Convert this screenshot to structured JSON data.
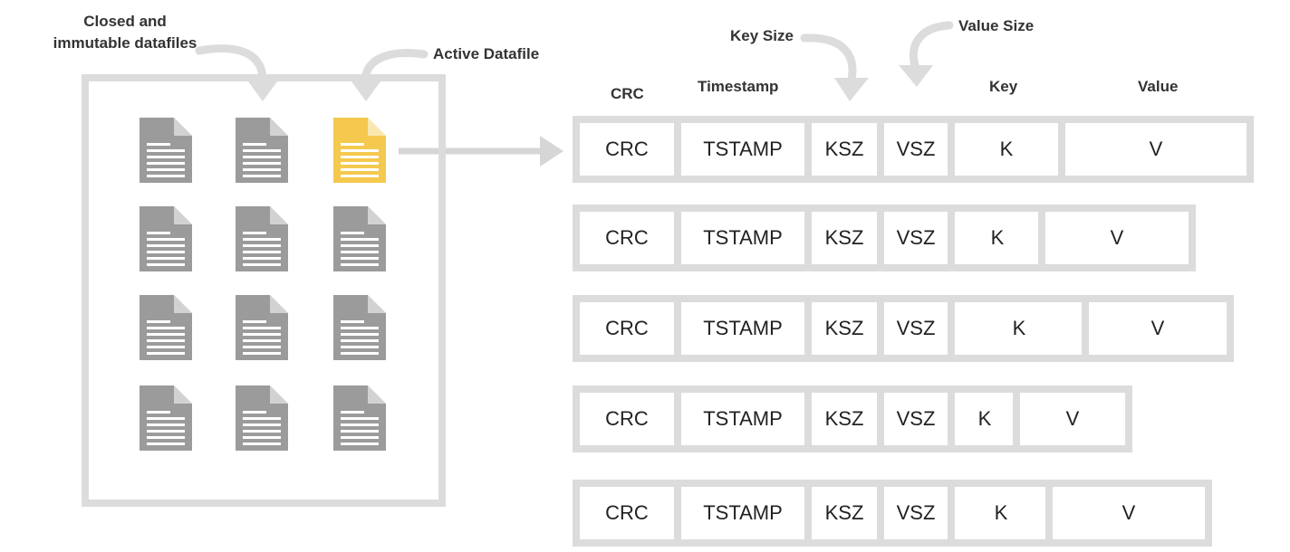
{
  "labels": {
    "closed_datafiles": "Closed and\nimmutable datafiles",
    "active_datafile": "Active Datafile",
    "key_size": "Key Size",
    "value_size": "Value Size"
  },
  "headers": {
    "crc": "CRC",
    "timestamp": "Timestamp",
    "key": "Key",
    "value": "Value"
  },
  "records": [
    {
      "crc": "CRC",
      "tstamp": "TSTAMP",
      "ksz": "KSZ",
      "vsz": "VSZ",
      "k": "K",
      "v": "V"
    },
    {
      "crc": "CRC",
      "tstamp": "TSTAMP",
      "ksz": "KSZ",
      "vsz": "VSZ",
      "k": "K",
      "v": "V"
    },
    {
      "crc": "CRC",
      "tstamp": "TSTAMP",
      "ksz": "KSZ",
      "vsz": "VSZ",
      "k": "K",
      "v": "V"
    },
    {
      "crc": "CRC",
      "tstamp": "TSTAMP",
      "ksz": "KSZ",
      "vsz": "VSZ",
      "k": "K",
      "v": "V"
    },
    {
      "crc": "CRC",
      "tstamp": "TSTAMP",
      "ksz": "KSZ",
      "vsz": "VSZ",
      "k": "K",
      "v": "V"
    }
  ],
  "files": {
    "rows": 4,
    "cols": 3,
    "active_index": 2,
    "closed_color": "#9b9b9b",
    "active_color": "#f4c94e"
  },
  "colors": {
    "border": "#dcdcdc",
    "arrow": "#d6d6d6"
  }
}
